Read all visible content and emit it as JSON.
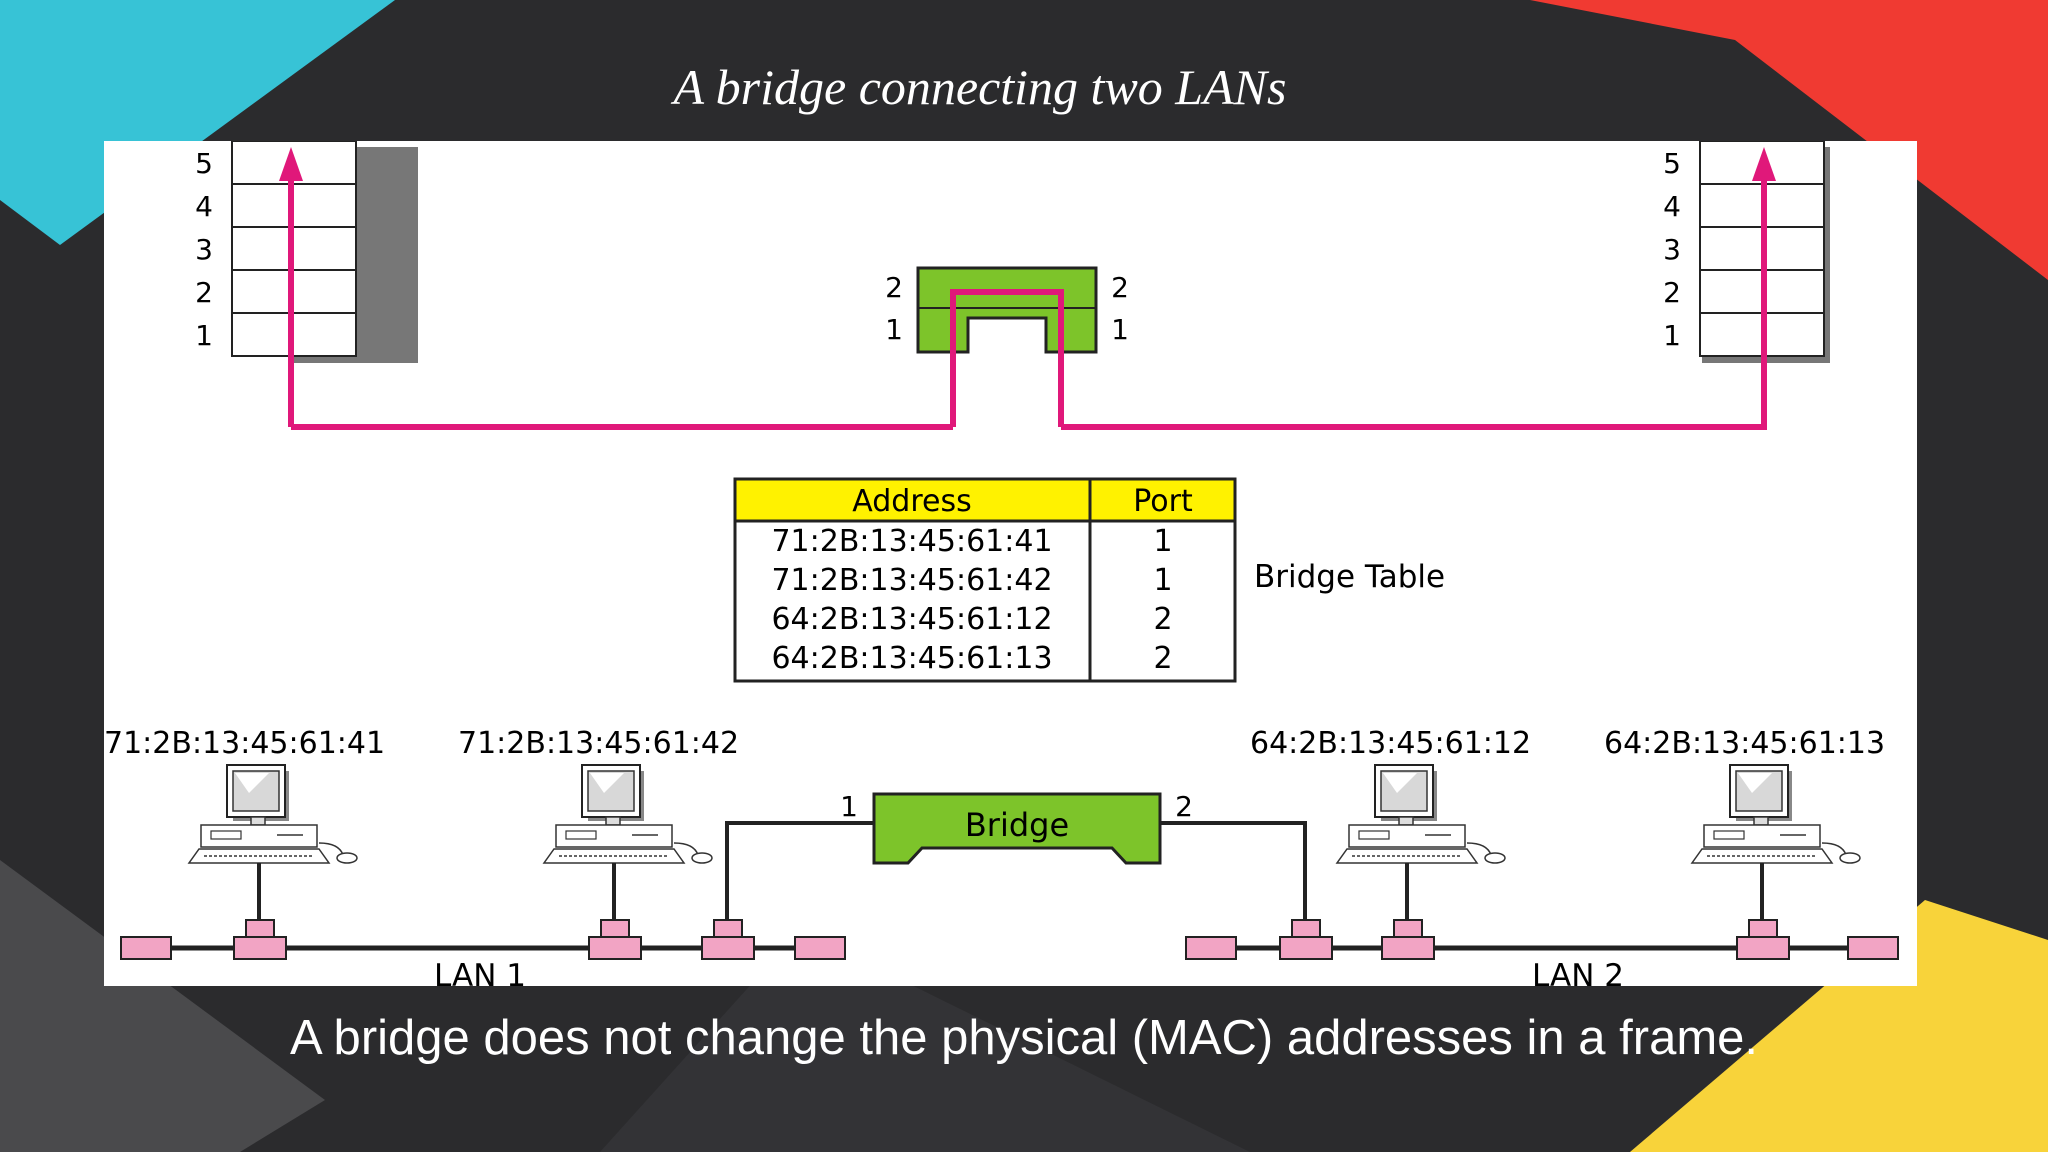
{
  "slide": {
    "title": "A bridge connecting two LANs",
    "caption": "A bridge does not change the physical (MAC) addresses in a  frame."
  },
  "colors": {
    "background": "#2b2b2d",
    "accent_cyan": "#37c3d6",
    "accent_red": "#f03a32",
    "accent_yellow": "#f8d33a",
    "path_magenta": "#e0187a",
    "bridge_green": "#7dc42a",
    "table_header_yellow": "#fff200",
    "connector_pink": "#f2a4c4"
  },
  "diagram": {
    "left_stack_layers": [
      "5",
      "4",
      "3",
      "2",
      "1"
    ],
    "right_stack_layers": [
      "5",
      "4",
      "3",
      "2",
      "1"
    ],
    "bridge_top_ports_left": [
      "2",
      "1"
    ],
    "bridge_top_ports_right": [
      "2",
      "1"
    ],
    "bridge_label": "Bridge",
    "bridge_port_left": "1",
    "bridge_port_right": "2",
    "lan1_label": "LAN 1",
    "lan2_label": "LAN 2",
    "stations": [
      {
        "address": "71:2B:13:45:61:41"
      },
      {
        "address": "71:2B:13:45:61:42"
      },
      {
        "address": "64:2B:13:45:61:12"
      },
      {
        "address": "64:2B:13:45:61:13"
      }
    ]
  },
  "bridge_table": {
    "label": "Bridge Table",
    "headers": [
      "Address",
      "Port"
    ],
    "rows": [
      {
        "address": "71:2B:13:45:61:41",
        "port": "1"
      },
      {
        "address": "71:2B:13:45:61:42",
        "port": "1"
      },
      {
        "address": "64:2B:13:45:61:12",
        "port": "2"
      },
      {
        "address": "64:2B:13:45:61:13",
        "port": "2"
      }
    ]
  }
}
